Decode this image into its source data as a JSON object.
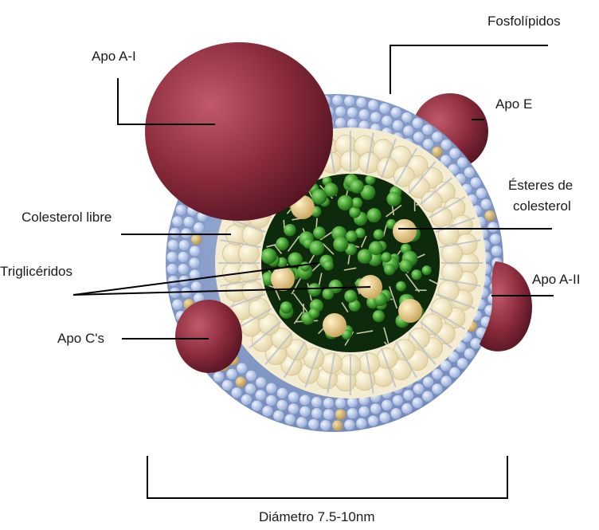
{
  "labels": {
    "apo_a1": "Apo A-I",
    "fosfolipidos": "Fosfolípidos",
    "apo_e": "Apo E",
    "esteres_line1": "Ésteres de",
    "esteres_line2": "colesterol",
    "colesterol_libre": "Colesterol libre",
    "trigliceridos": "Triglicéridos",
    "apo_a2": "Apo A-II",
    "apo_cs": "Apo C's",
    "diametro": "Diámetro 7.5-10nm"
  },
  "colors": {
    "apoprotein": "#8a2b3b",
    "phospholipid_head": "#b8c8e6",
    "free_cholesterol": "#c9a868",
    "inner_layer": "#f4ecd0",
    "core": "#0d2a0d",
    "triglyceride": "#4fa83a",
    "cholesterol_ester": "#e6c98a",
    "leader_line": "#000000"
  }
}
